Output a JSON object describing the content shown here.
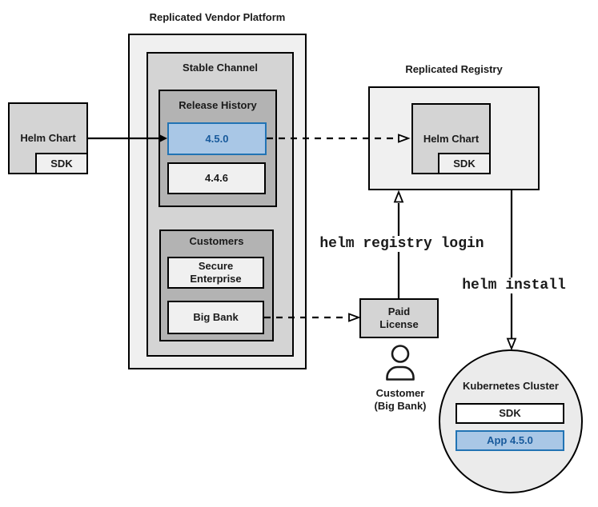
{
  "colors": {
    "accent_blue_fill": "#a9c7e6",
    "accent_blue_border": "#2173b4",
    "accent_blue_text": "#17599b",
    "box_light_gray": "#f0f0f0",
    "box_medium_gray": "#d4d4d4",
    "box_dark_gray": "#b3b3b3",
    "cluster_fill": "#ebebeb",
    "line_black": "#000000"
  },
  "platform": {
    "title": "Replicated Vendor Platform",
    "stable_channel_title": "Stable Channel",
    "release_history_title": "Release History",
    "release_new": "4.5.0",
    "release_old": "4.4.6",
    "customers_title": "Customers",
    "customer_secure": "Secure Enterprise",
    "customer_bigbank": "Big Bank"
  },
  "source": {
    "helm_chart": "Helm Chart",
    "sdk": "SDK"
  },
  "registry": {
    "title": "Replicated Registry",
    "helm_chart": "Helm Chart",
    "sdk": "SDK"
  },
  "license": {
    "label": "Paid License"
  },
  "customer": {
    "name": "Customer",
    "org": "(Big Bank)"
  },
  "commands": {
    "registry_login": "helm registry login",
    "install": "helm install"
  },
  "cluster": {
    "title": "Kubernetes Cluster",
    "sdk": "SDK",
    "app": "App 4.5.0"
  }
}
